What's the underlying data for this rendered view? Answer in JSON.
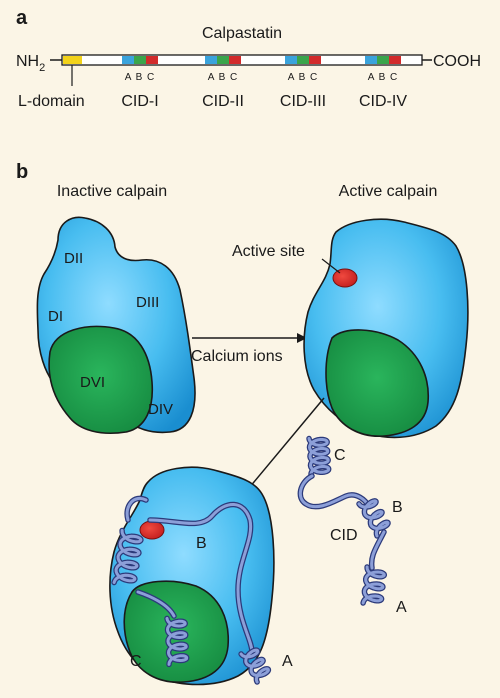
{
  "panel_a": {
    "letter": "a",
    "title": "Calpastatin",
    "n_terminus": "NH",
    "n_terminus_sub": "2",
    "c_terminus": "COOH",
    "l_domain_label": "L-domain",
    "cids": [
      {
        "label": "CID-I",
        "subdomains": "A B C"
      },
      {
        "label": "CID-II",
        "subdomains": "A B C"
      },
      {
        "label": "CID-III",
        "subdomains": "A B C"
      },
      {
        "label": "CID-IV",
        "subdomains": "A B C"
      }
    ]
  },
  "panel_b": {
    "letter": "b",
    "inactive_title": "Inactive calpain",
    "active_title": "Active calpain",
    "domains": [
      "DII",
      "DI",
      "DIII",
      "DVI",
      "DIV"
    ],
    "active_site_label": "Active site",
    "calcium_label": "Calcium ions",
    "cid_label": "CID",
    "helix_labels": {
      "a": "A",
      "b": "B",
      "c": "C"
    },
    "complex_labels": {
      "b": "B",
      "c": "C",
      "a": "A"
    }
  },
  "colors": {
    "background": "#fbf5e6",
    "calpain_blue": "#3ab0e8",
    "calpain_green": "#1e9a4c",
    "active_site_red": "#d42a2a",
    "helix_blue": "#8c9fd8",
    "l_domain_yellow": "#f2d21a",
    "sub_a_blue": "#3aa3dc",
    "sub_b_green": "#3aa54b",
    "sub_c_red": "#d22b2b"
  }
}
